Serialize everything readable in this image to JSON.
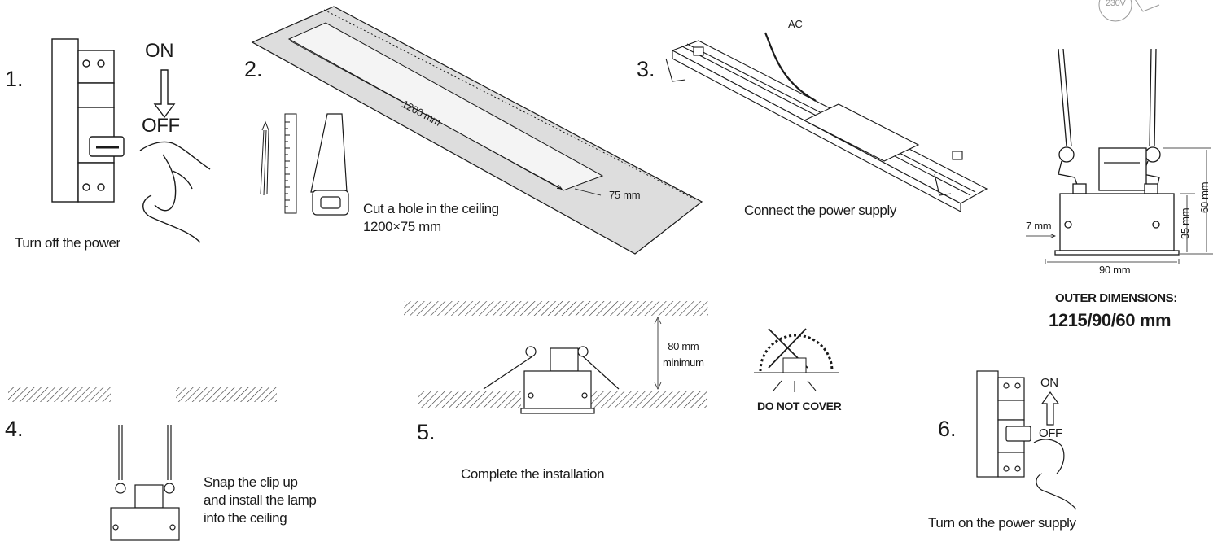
{
  "steps": [
    {
      "number": "1.",
      "caption": "Turn off the power",
      "switch_on": "ON",
      "switch_off": "OFF"
    },
    {
      "number": "2.",
      "caption": "Cut a hole in the ceiling\n1200×75 mm",
      "length_label": "1200 mm",
      "width_label": "75 mm"
    },
    {
      "number": "3.",
      "caption": "Connect the power supply",
      "cable_label": "AC"
    },
    {
      "number": "4.",
      "caption": "Snap the clip up\nand install the  lamp\ninto the ceiling"
    },
    {
      "number": "5.",
      "caption": "Complete the installation",
      "clearance_label": "80 mm\nminimum"
    },
    {
      "number": "6.",
      "caption": "Turn on the power supply",
      "switch_on": "ON",
      "switch_off": "OFF"
    }
  ],
  "dimensions": {
    "side_gap": "7 mm",
    "width": "90 mm",
    "body_height": "35 mm",
    "total_height": "60 mm",
    "outer_title": "OUTER DIMENSIONS:",
    "outer_value": "1215/90/60 mm"
  },
  "warning": {
    "label": "DO NOT COVER",
    "icon": "do-not-cover-icon"
  },
  "badge": {
    "voltage": "230V"
  },
  "colors": {
    "line": "#1a1a1a",
    "panel": "#dcdcdc",
    "hatch": "#333333"
  }
}
